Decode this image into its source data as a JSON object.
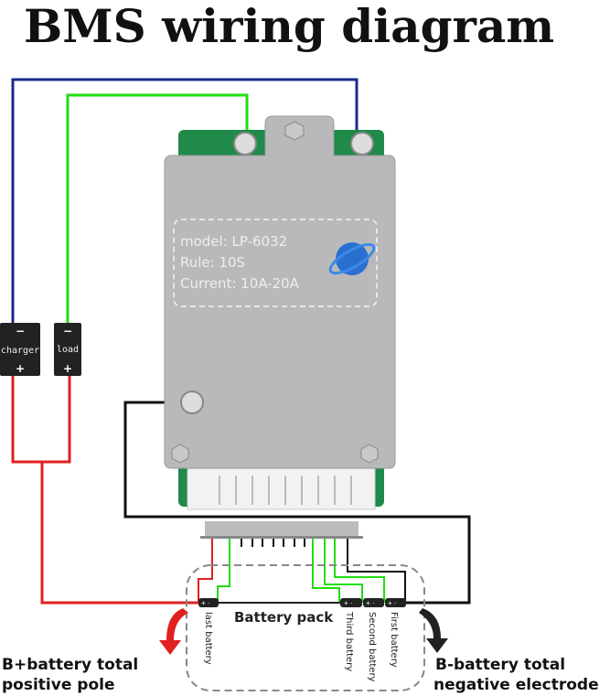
{
  "title": "BMS wiring diagram",
  "board_label": {
    "model": "model:  LP-6032",
    "rule": "Rule:  10S",
    "current": "Current:  10A-20A"
  },
  "blocks": {
    "charger": {
      "label": "charger",
      "minus": "−",
      "plus": "+"
    },
    "load": {
      "label": "load",
      "minus": "−",
      "plus": "+"
    }
  },
  "battery_pack": {
    "label": "Battery pack",
    "cells": [
      "last battery",
      "Third battery",
      "Second battery",
      "First battery"
    ],
    "cell_terminals": "+  -"
  },
  "poles": {
    "positive": [
      "B+battery total",
      "positive pole"
    ],
    "negative": [
      "B-battery total",
      "negative electrode"
    ]
  },
  "colors": {
    "blue": "#1a2a8c",
    "green": "#22dd11",
    "red": "#e02020",
    "black": "#111111"
  }
}
